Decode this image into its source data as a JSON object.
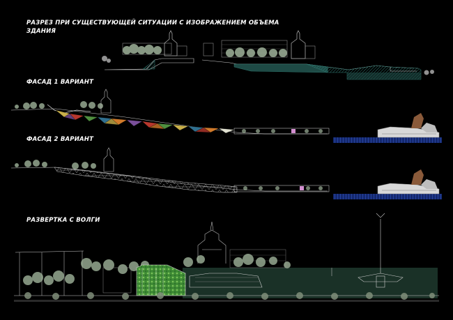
{
  "sheet": {
    "background": "#000000",
    "sections": [
      {
        "id": "section-existing",
        "title_line1": "РАЗРЕЗ ПРИ СУЩЕСТВУЮЩЕЙ СИТУАЦИИ С ИЗОБРАЖЕНИЕМ ОБЪЕМА",
        "title_line2": "ЗДАНИЯ"
      },
      {
        "id": "facade-1",
        "title": "ФАСАД 1 ВАРИАНТ"
      },
      {
        "id": "facade-2",
        "title": "ФАСАД 2 ВАРИАНТ"
      },
      {
        "id": "volga-elevation",
        "title": "РАЗВЕРТКА С ВОЛГИ"
      }
    ]
  },
  "colors": {
    "ground_fill": "#1e4a45",
    "ground_hatch": "#2f7a72",
    "water": "#1f3fae",
    "facade_mosaic": [
      "#b7372d",
      "#d07a2a",
      "#4f8f3f",
      "#2f6f8f",
      "#c9b04a",
      "#7a4f9a",
      "#e0e0d0"
    ],
    "green_panel": "#4c9a3a",
    "vegetation": "#9fb39a",
    "building": "#8a8a8a",
    "lines": "#cfcfcf"
  }
}
